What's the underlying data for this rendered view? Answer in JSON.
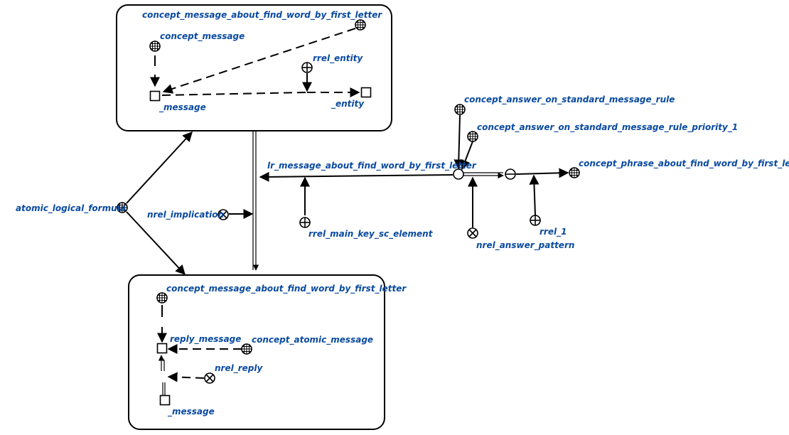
{
  "colors": {
    "label": "#0a4aa0",
    "stroke": "#000000"
  },
  "top_contour": {
    "concept_main": "concept_message_about_find_word_by_first_letter",
    "concept_message": "concept_message",
    "rrel_entity": "rrel_entity",
    "var_message": "_message",
    "var_entity": "_entity"
  },
  "bottom_contour": {
    "concept_main": "concept_message_about_find_word_by_first_letter",
    "reply_message": "reply_message",
    "concept_atomic_message": "concept_atomic_message",
    "nrel_reply": "nrel_reply",
    "var_message": "_message"
  },
  "outer": {
    "atomic_logical_formula": "atomic_logical_formula",
    "nrel_implication": "nrel_implication",
    "lr_message": "lr_message_about_find_word_by_first_letter",
    "rrel_main_key": "rrel_main_key_sc_element",
    "concept_answer_rule": "concept_answer_on_standard_message_rule",
    "concept_answer_rule_priority": "concept_answer_on_standard_message_rule_priority_1",
    "concept_phrase": "concept_phrase_about_find_word_by_first_letter",
    "rrel_1": "rrel_1",
    "nrel_answer_pattern": "nrel_answer_pattern"
  },
  "icons": {
    "class_node": "grid-circle-icon",
    "role_node": "plus-circle-icon",
    "norole_node": "cross-circle-icon",
    "variable_node": "square-icon",
    "tuple_node": "minus-circle-icon",
    "struct_node": "circle-icon"
  }
}
